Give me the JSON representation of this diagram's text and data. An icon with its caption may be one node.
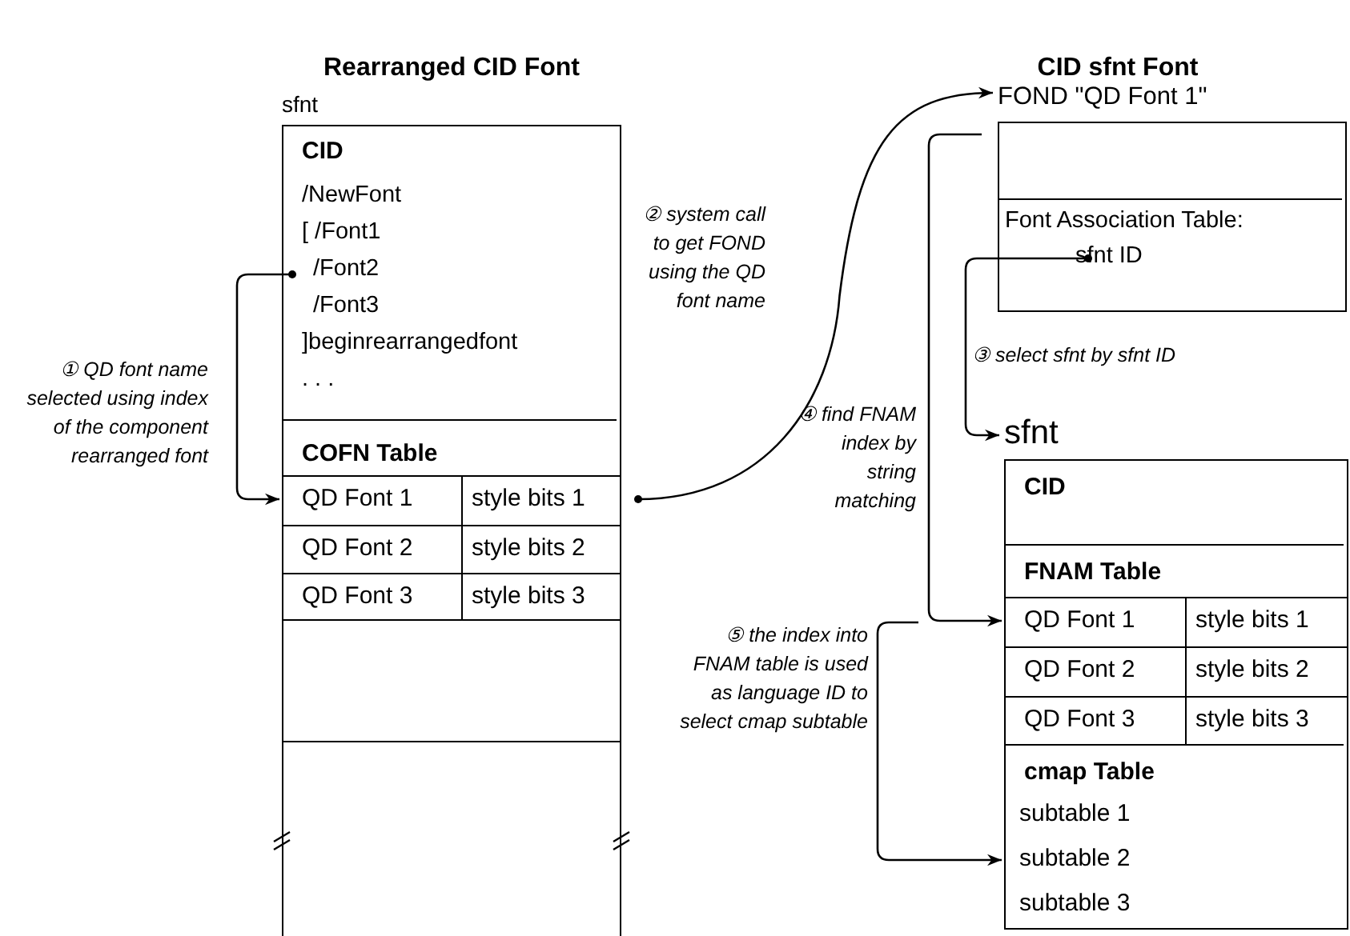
{
  "diagram": {
    "nodes": [
      {
        "text": [
          "sfnt"
        ]
      },
      {
        "text": [
          "CID",
          "/NewFont",
          "[ /Font1",
          "/Font2",
          "/Font3",
          "]beginrearrangedfont",
          ". . ."
        ],
        "in": 0
      },
      {
        "text": [
          "COFN Table"
        ],
        "in": 0
      },
      {
        "text": [
          "QD Font 1",
          "style bits 1"
        ],
        "in": 2
      },
      {
        "text": [
          "QD Font 2",
          "style bits 2"
        ],
        "in": 2
      },
      {
        "text": [
          "QD Font 3",
          "style bits 3"
        ],
        "in": 2
      },
      {
        "text": [
          "FOND \"QD Font 1\""
        ]
      },
      {
        "text": [
          "Font Association Table:",
          "sfnt ID"
        ],
        "in": 6
      },
      {
        "text": [
          "sfnt"
        ]
      },
      {
        "text": [
          "CID"
        ],
        "in": 8
      },
      {
        "text": [
          "FNAM Table"
        ],
        "in": 8
      },
      {
        "text": [
          "QD Font 1",
          "style bits 1"
        ],
        "in": 10
      },
      {
        "text": [
          "QD Font 2",
          "style bits 2"
        ],
        "in": 10
      },
      {
        "text": [
          "QD Font 3",
          "style bits 3"
        ],
        "in": 10
      },
      {
        "text": [
          "cmap Table"
        ],
        "in": 8
      },
      {
        "text": [
          "subtable 1"
        ],
        "in": 14
      },
      {
        "text": [
          "subtable 2"
        ],
        "in": 14
      },
      {
        "text": [
          "subtable 3"
        ],
        "in": 14
      }
    ],
    "edges": [
      {
        "from": 1,
        "to": 3,
        "arrow": "to",
        "label": "① QD font name selected using index of the component rearranged font"
      },
      {
        "from": 3,
        "to": 6,
        "arrow": "to",
        "label": "② system call to get FOND using the QD font name"
      },
      {
        "from": 7,
        "to": 8,
        "arrow": "to",
        "label": "③ select sfnt by sfnt ID"
      },
      {
        "from": 6,
        "to": 11,
        "arrow": "to",
        "label": "④ find FNAM index by string matching"
      },
      {
        "from": 11,
        "to": 16,
        "arrow": "to",
        "label": "⑤ the index into FNAM table is used as language ID to select cmap subtable"
      }
    ],
    "labels": [
      "Rearranged CID Font",
      "CID sfnt Font"
    ]
  }
}
